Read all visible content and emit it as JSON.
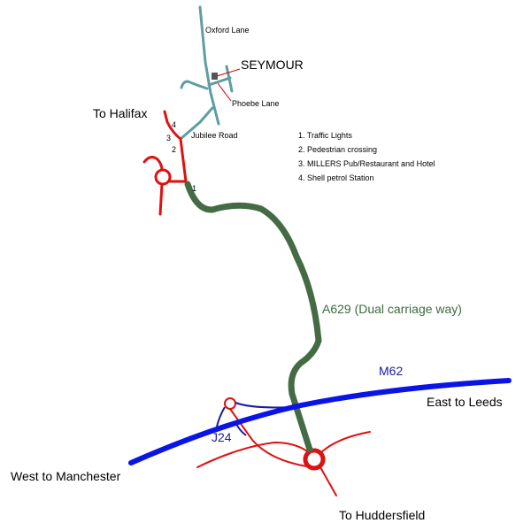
{
  "labels": {
    "oxford_lane": "Oxford Lane",
    "seymour": "SEYMOUR",
    "phoebe_lane": "Phoebe Lane",
    "to_halifax": "To Halifax",
    "jubilee_road": "Jubilee Road",
    "a629": "A629 (Dual carriage way)",
    "m62": "M62",
    "east_to_leeds": "East to Leeds",
    "j24": "J24",
    "west_to_manchester": "West to Manchester",
    "to_huddersfield": "To Huddersfield"
  },
  "markers": [
    "1",
    "2",
    "3",
    "4"
  ],
  "legend": [
    "1. Traffic Lights",
    "2. Pedestrian crossing",
    "3. MILLERS Pub/Restaurant and Hotel",
    "4. Shell petrol Station"
  ],
  "colors": {
    "local_road": "#5f9ea0",
    "a_road": "#dd1111",
    "dual_carriageway": "#446b44",
    "motorway": "#0a14e6",
    "slip_road": "#1a1aa0",
    "house": "#555555"
  }
}
